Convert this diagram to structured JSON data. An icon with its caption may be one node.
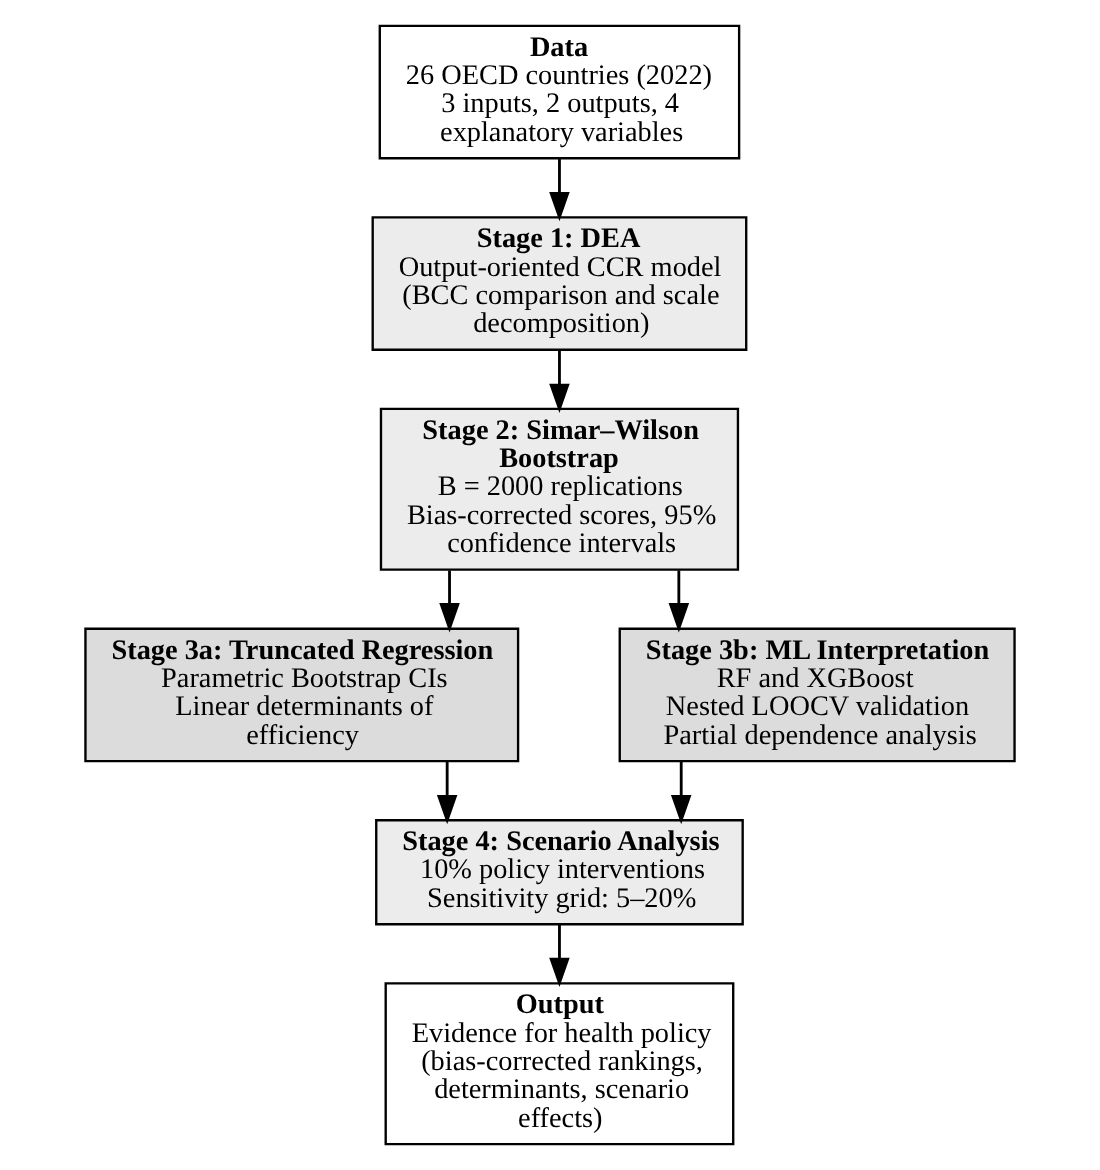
{
  "diagram": {
    "nodes": [
      {
        "text": [
          "Data",
          "26 OECD countries (2022)",
          "3 inputs, 2 outputs, 4 explanatory variables"
        ]
      },
      {
        "text": [
          "Stage 1: DEA",
          "Output-oriented CCR model",
          "(BCC comparison and scale decomposition)"
        ]
      },
      {
        "text": [
          "Stage 2: Simar–Wilson Bootstrap",
          "B = 2000 replications",
          "Bias-corrected scores, 95% confidence intervals"
        ]
      },
      {
        "text": [
          "Stage 3a: Truncated Regression",
          "Parametric Bootstrap CIs",
          "Linear determinants of efficiency"
        ]
      },
      {
        "text": [
          "Stage 3b: ML Interpretation",
          "RF and XGBoost",
          "Nested LOOCV validation",
          "Partial dependence analysis"
        ]
      },
      {
        "text": [
          "Stage 4: Scenario Analysis",
          "10% policy interventions",
          "Sensitivity grid: 5–20%"
        ]
      },
      {
        "text": [
          "Output",
          "Evidence for health policy",
          "(bias-corrected rankings, determinants, scenario effects)"
        ]
      }
    ],
    "edges": [
      {
        "from": 0,
        "to": 1,
        "arrow": "to"
      },
      {
        "from": 1,
        "to": 2,
        "arrow": "to"
      },
      {
        "from": 2,
        "to": 3,
        "arrow": "to"
      },
      {
        "from": 2,
        "to": 4,
        "arrow": "to"
      },
      {
        "from": 3,
        "to": 5,
        "arrow": "to"
      },
      {
        "from": 4,
        "to": 5,
        "arrow": "to"
      },
      {
        "from": 5,
        "to": 6,
        "arrow": "to"
      }
    ]
  }
}
